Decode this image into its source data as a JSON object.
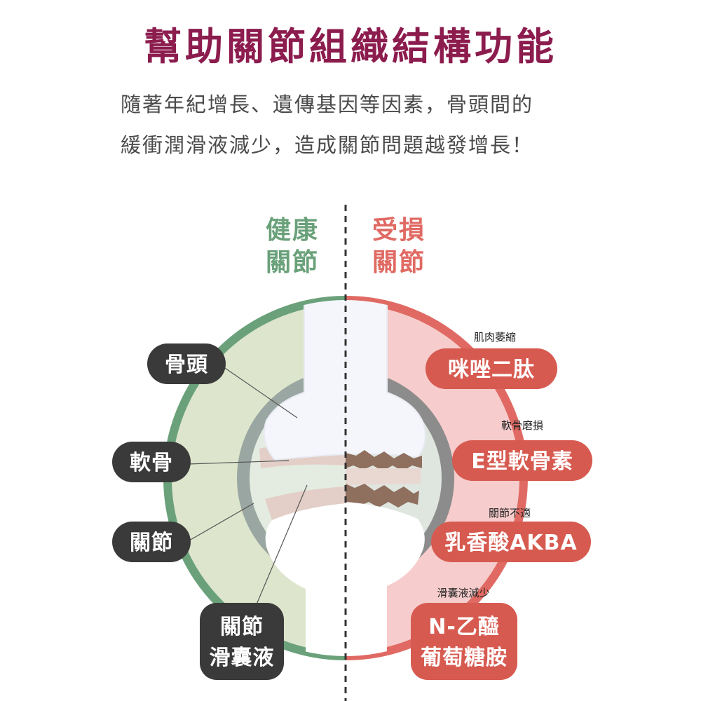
{
  "title": "幫助關節組織結構功能",
  "intro": {
    "line1": "隨著年紀增長、遺傳基因等因素，骨頭間的",
    "line2": "緩衝潤滑液減少，造成關節問題越發增長！"
  },
  "healthy": {
    "line1": "健康",
    "line2": "關節"
  },
  "damaged": {
    "line1": "受損",
    "line2": "關節"
  },
  "left_labels": {
    "bone": "骨頭",
    "cartilage": "軟骨",
    "joint": "關節",
    "synovial_line1": "關節",
    "synovial_line2": "滑囊液"
  },
  "right_labels": [
    {
      "issue": "肌肉萎縮",
      "ingredient": "咪唑二肽"
    },
    {
      "issue": "軟骨磨損",
      "ingredient": "E型軟骨素"
    },
    {
      "issue": "關節不適",
      "ingredient": "乳香酸AKBA"
    },
    {
      "issue": "滑囊液減少",
      "ingredient_line1": "N-乙醯",
      "ingredient_line2": "葡萄糖胺"
    }
  ],
  "colors": {
    "title": "#8c1c4e",
    "healthy": "#6aa17a",
    "damaged": "#e06a63",
    "dark_pill": "#3a3a3a",
    "red_pill": "#d75a50"
  }
}
